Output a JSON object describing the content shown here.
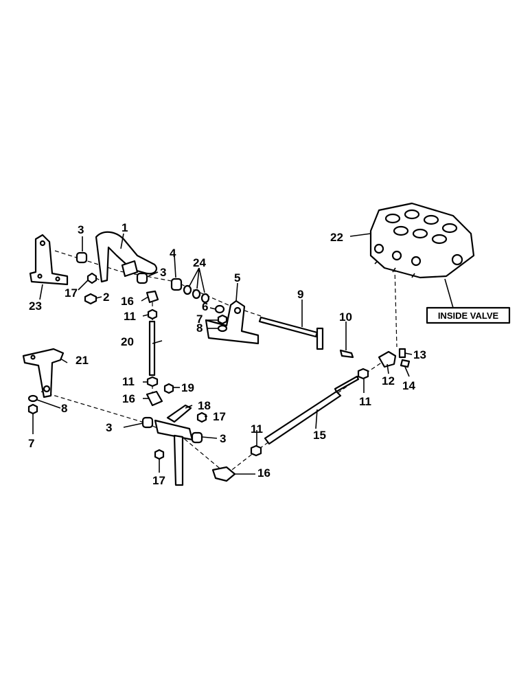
{
  "callouts": {
    "c1": "1",
    "c2": "2",
    "c3a": "3",
    "c3b": "3",
    "c3c": "3",
    "c3d": "3",
    "c4": "4",
    "c5": "5",
    "c6": "6",
    "c7a": "7",
    "c7b": "7",
    "c8a": "8",
    "c8b": "8",
    "c9": "9",
    "c10": "10",
    "c11a": "11",
    "c11b": "11",
    "c11c": "11",
    "c11d": "11",
    "c12": "12",
    "c13": "13",
    "c14": "14",
    "c15": "15",
    "c16a": "16",
    "c16b": "16",
    "c16c": "16",
    "c17a": "17",
    "c17b": "17",
    "c17c": "17",
    "c18": "18",
    "c19": "19",
    "c20": "20",
    "c21": "21",
    "c22": "22",
    "c23": "23",
    "c24": "24"
  },
  "inside_valve_label": "INSIDE VALVE"
}
